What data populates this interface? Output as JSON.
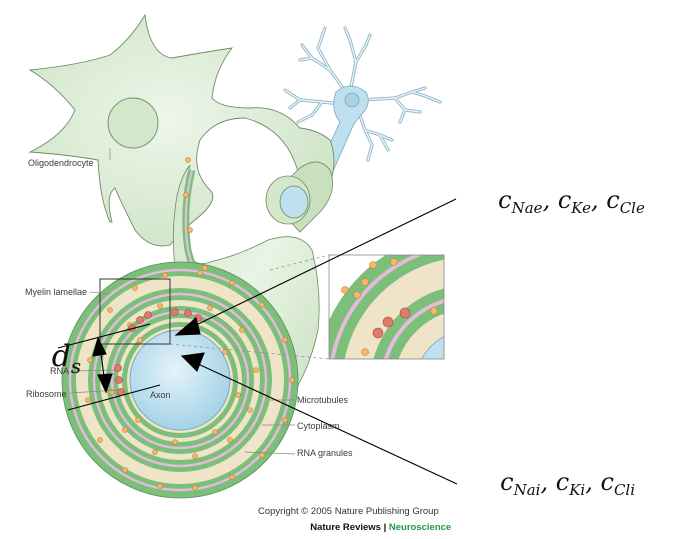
{
  "labels": {
    "oligodendrocyte": "Oligodendrocyte",
    "myelin_lamellae": "Myelin lamellae",
    "rna": "RNA",
    "ribosome": "Ribosome",
    "axon": "Axon",
    "microtubules": "Microtubules",
    "cytoplasm": "Cytoplasm",
    "rna_granules": "RNA granules"
  },
  "annotations": {
    "ds": {
      "base": "d",
      "sub": "s"
    },
    "external": [
      {
        "base": "c",
        "sub": "Nae"
      },
      {
        "base": "c",
        "sub": "Ke"
      },
      {
        "base": "c",
        "sub": "Cle"
      }
    ],
    "internal": [
      {
        "base": "c",
        "sub": "Nai"
      },
      {
        "base": "c",
        "sub": "Ki"
      },
      {
        "base": "c",
        "sub": "Cli"
      }
    ],
    "separator": ", "
  },
  "footer": {
    "copyright": "Copyright © 2005 Nature Publishing Group",
    "journal": "Nature Reviews",
    "divider": " | ",
    "section": "Neuroscience"
  },
  "colors": {
    "cell_green": "#d6e9cf",
    "myelin_green": "#7cbf7a",
    "cytoplasm_tan": "#efe3c8",
    "membrane_pink": "#e2bcd9",
    "axon_blue": "#bfe0ef",
    "granule_orange": "#f6b66b",
    "ribosome_red": "#e07b6c",
    "neuroscience_green": "#1f9a4a"
  }
}
